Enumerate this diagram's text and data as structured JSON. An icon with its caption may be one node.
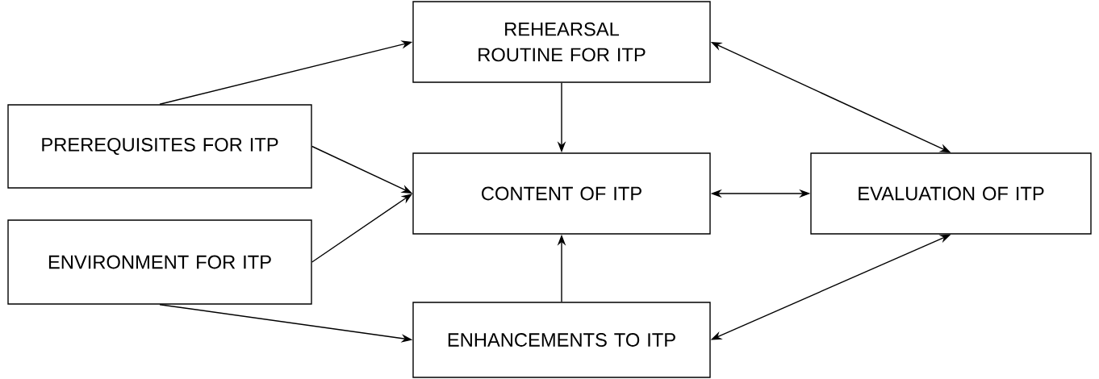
{
  "diagram": {
    "nodes": [
      {
        "text": [
          "REHEARSAL ROUTINE FOR ITP"
        ]
      },
      {
        "text": [
          "PREREQUISITES FOR ITP"
        ]
      },
      {
        "text": [
          "ENVIRONMENT FOR ITP"
        ]
      },
      {
        "text": [
          "CONTENT OF ITP"
        ]
      },
      {
        "text": [
          "EVALUATION OF ITP"
        ]
      },
      {
        "text": [
          "ENHANCEMENTS TO ITP"
        ]
      }
    ],
    "edges": [
      {
        "from": 1,
        "to": 0,
        "arrow": "to"
      },
      {
        "from": 0,
        "to": 3,
        "arrow": "to"
      },
      {
        "from": 1,
        "to": 3,
        "arrow": "to"
      },
      {
        "from": 2,
        "to": 3,
        "arrow": "to"
      },
      {
        "from": 3,
        "to": 4,
        "arrow": "both"
      },
      {
        "from": 0,
        "to": 4,
        "arrow": "both"
      },
      {
        "from": 5,
        "to": 3,
        "arrow": "to"
      },
      {
        "from": 2,
        "to": 5,
        "arrow": "to"
      },
      {
        "from": 4,
        "to": 5,
        "arrow": "both"
      }
    ]
  }
}
